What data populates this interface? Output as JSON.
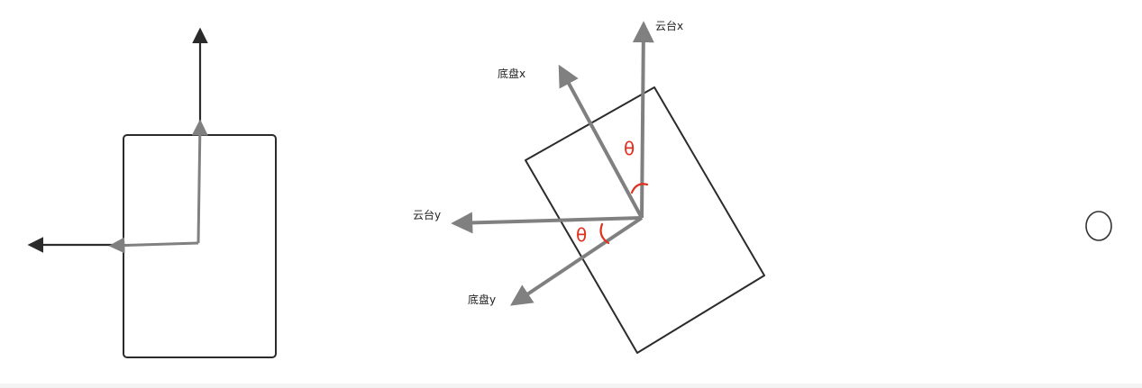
{
  "colors": {
    "outline": "#2b2b2b",
    "axis_dark": "#2b2b2b",
    "axis_gray": "#808080",
    "angle_mark": "#e0301e"
  },
  "right_diagram": {
    "gimbal_x_label": "云台x",
    "chassis_x_label": "底盘x",
    "gimbal_y_label": "云台y",
    "chassis_y_label": "底盘y",
    "theta_upper": "θ",
    "theta_lower": "θ"
  },
  "icons": {
    "circle_handle": "circle-icon"
  }
}
